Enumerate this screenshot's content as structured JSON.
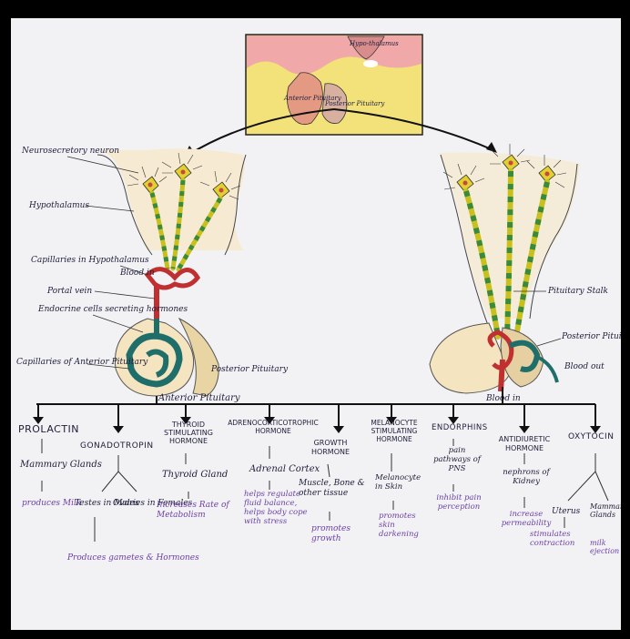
{
  "inset": {
    "hypothalamus": "Hypo-thalamus",
    "anterior": "Anterior Pituitary",
    "posterior": "Posterior Pituitary"
  },
  "left": {
    "neurosecretory": "Neurosecretory neuron",
    "hypothalamus": "Hypothalamus",
    "capillaries_hypo": "Capillaries in Hypothalamus",
    "blood_in": "Blood in",
    "portal_vein": "Portal vein",
    "endocrine": "Endocrine cells secreting hormones",
    "capillaries_ant": "Capillaries of Anterior Pituitary",
    "posterior": "Posterior Pituitary",
    "anterior": "Anterior Pituitary"
  },
  "right": {
    "stalk": "Pituitary Stalk",
    "posterior": "Posterior Pituitary",
    "blood_out": "Blood out",
    "blood_in": "Blood in"
  },
  "hormones": [
    {
      "name": "PROLACTIN",
      "target": "Mammary Glands",
      "effect": "produces Milk"
    },
    {
      "name": "GONADOTROPIN",
      "target_a": "Testes in Males",
      "target_b": "Ovaries in Females",
      "effect": "Produces gametes & Hormones"
    },
    {
      "name": "THYROID STIMULATING HORMONE",
      "target": "Thyroid Gland",
      "effect": "Increases Rate of Metabolism"
    },
    {
      "name": "ADRENOCORTICOTROPHIC HORMONE",
      "target": "Adrenal Cortex",
      "effect": "helps regulate fluid balance, helps body cope with stress"
    },
    {
      "name": "GROWTH HORMONE",
      "target": "Muscle, Bone & other tissue",
      "effect": "promotes growth"
    },
    {
      "name": "MELANOCYTE STIMULATING HORMONE",
      "target": "Melanocyte in Skin",
      "effect": "promotes skin darkening"
    },
    {
      "name": "ENDORPHINS",
      "target": "pain pathways of PNS",
      "effect": "inhibit pain perception"
    },
    {
      "name": "ANTIDIURETIC HORMONE",
      "target": "nephrons of Kidney",
      "effect": "increase permeability"
    },
    {
      "name": "OXYTOCIN",
      "target_a": "Uterus",
      "target_b": "Mammary Glands",
      "effect_a": "stimulates contraction",
      "effect_b": "milk ejection"
    }
  ]
}
